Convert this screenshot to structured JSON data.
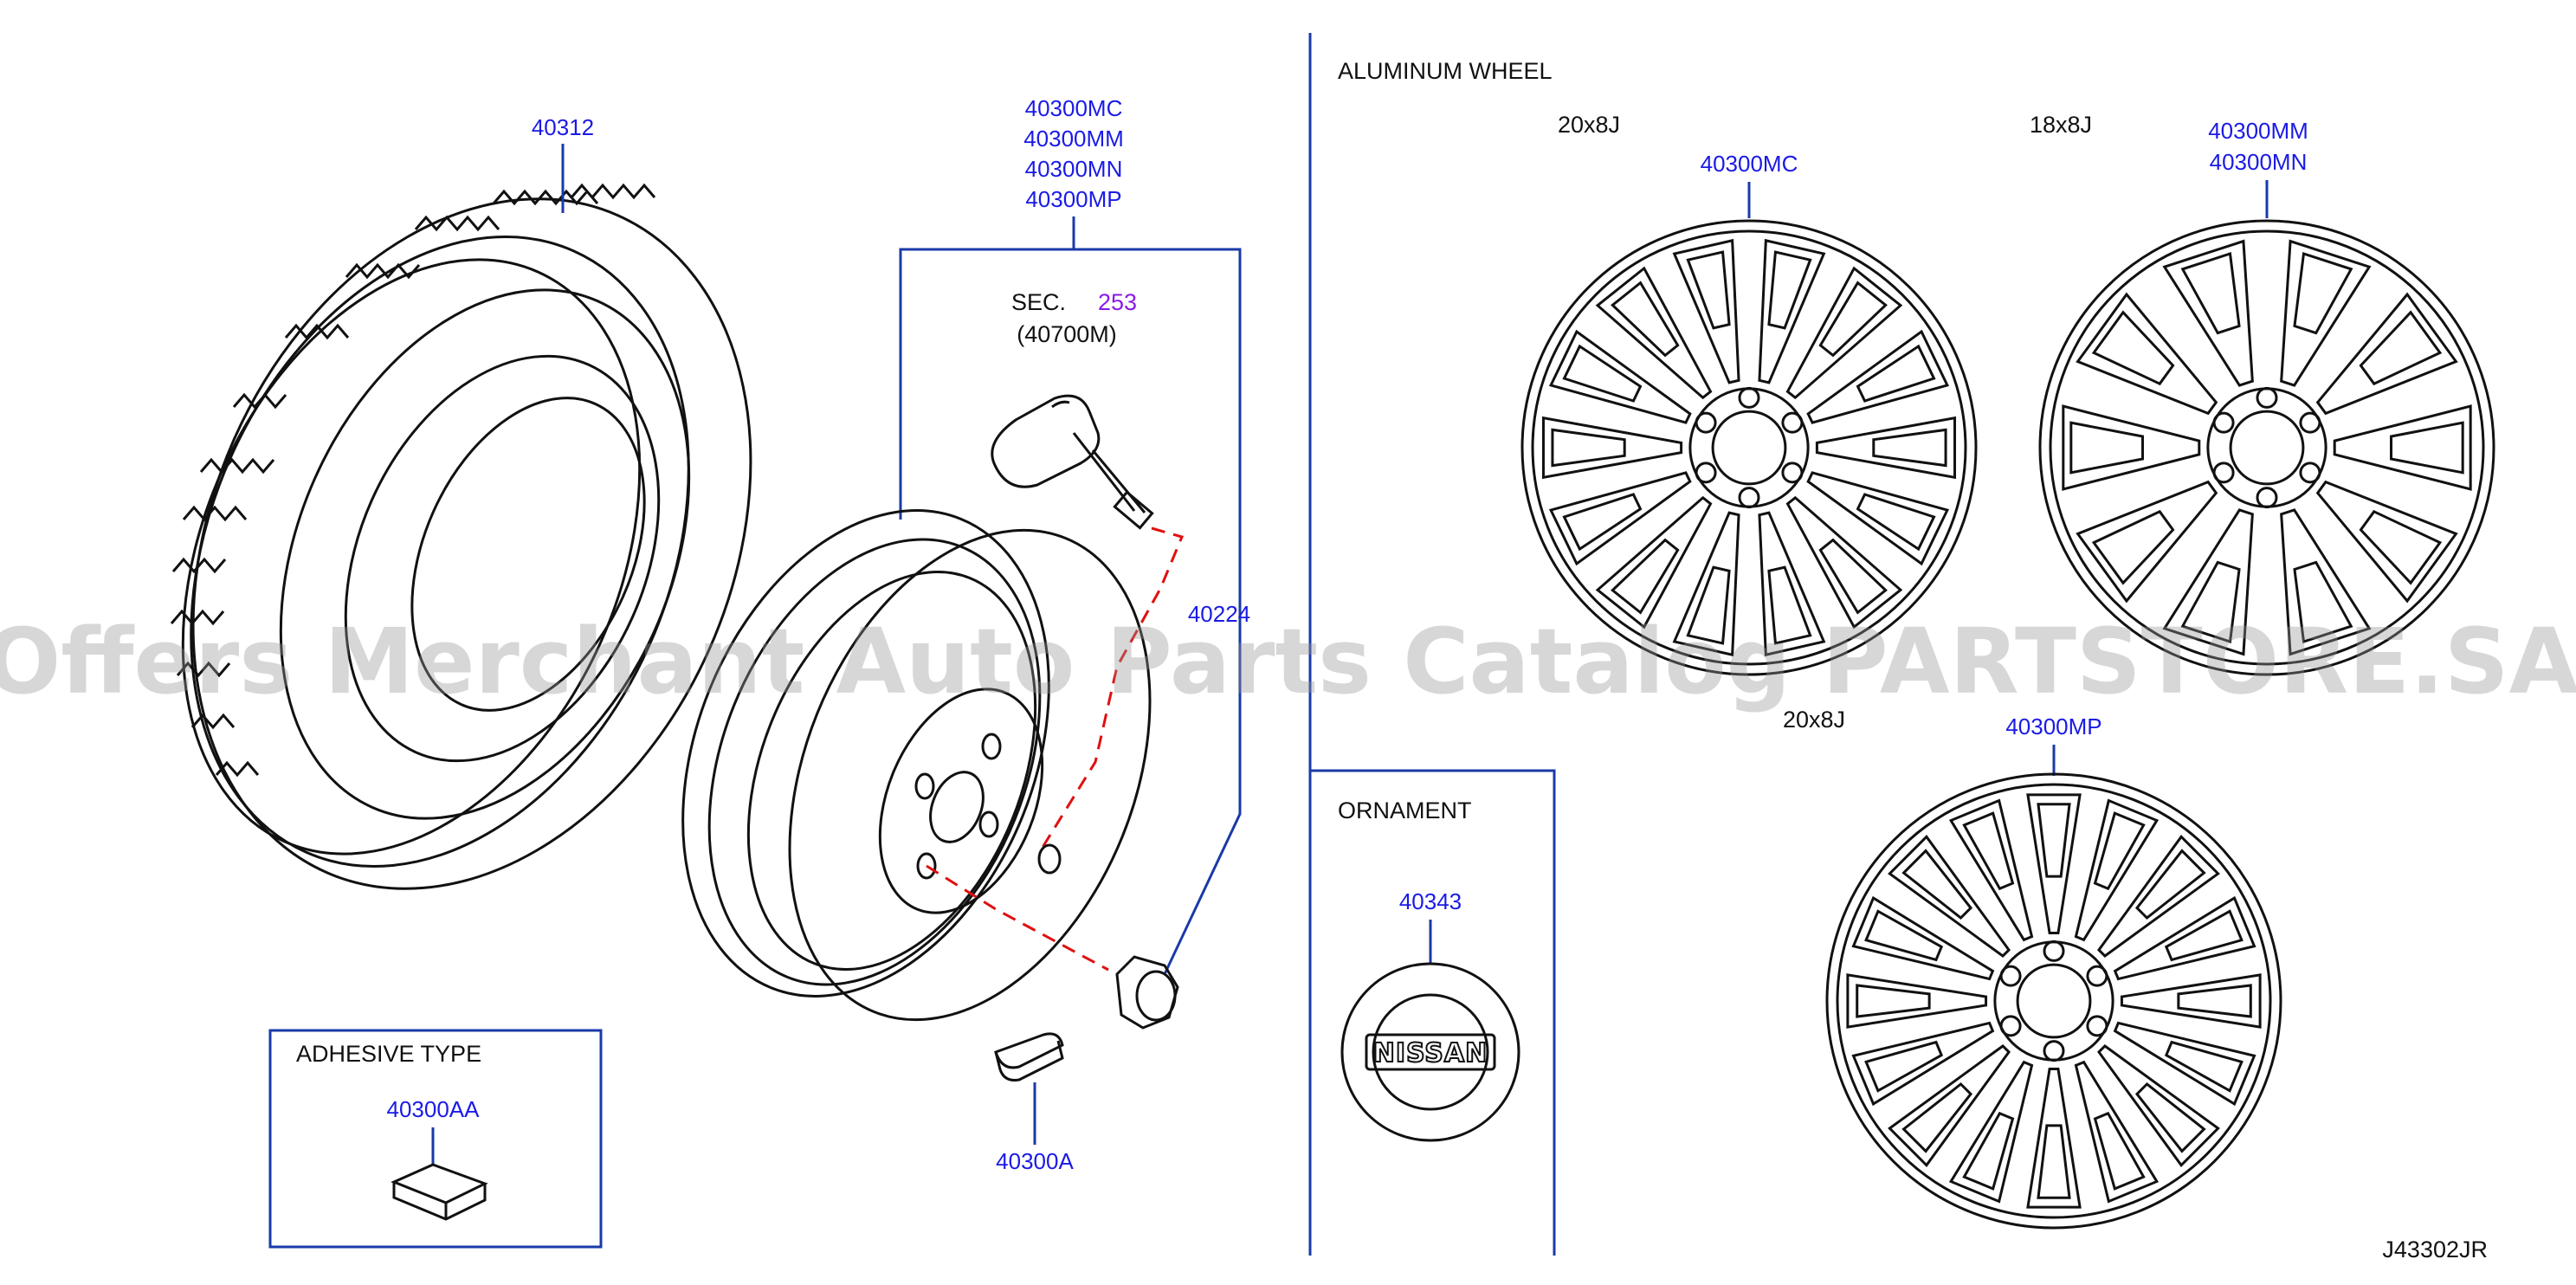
{
  "labels": {
    "tire": "40312",
    "wheel_assy": [
      "40300MC",
      "40300MM",
      "40300MN",
      "40300MP"
    ],
    "sec": "SEC.",
    "sec_no": "253",
    "sensor": "(40700M)",
    "nut": "40224",
    "weight_clip": "40300A",
    "adhesive_title": "ADHESIVE   TYPE",
    "adhesive_part": "40300AA",
    "aluminum_title": "ALUMINUM   WHEEL",
    "size_a": "20x8J",
    "wheel_a_part": "40300MC",
    "size_b": "18x8J",
    "wheel_b_parts": [
      "40300MM",
      "40300MN"
    ],
    "size_c": "20x8J",
    "wheel_c_part": "40300MP",
    "ornament_title": "ORNAMENT",
    "ornament_part": "40343",
    "ornament_logo": "NISSAN",
    "diagram_code": "J43302JR"
  },
  "watermark": "Offers Merchant Auto Parts Catalog PARTSTORE.SA",
  "colors": {
    "part_number": "#1a1ae6",
    "section_number": "#8a1ae6",
    "leader": "#1a3aa8",
    "dashed_link": "#e01010",
    "line_art": "#111111"
  }
}
